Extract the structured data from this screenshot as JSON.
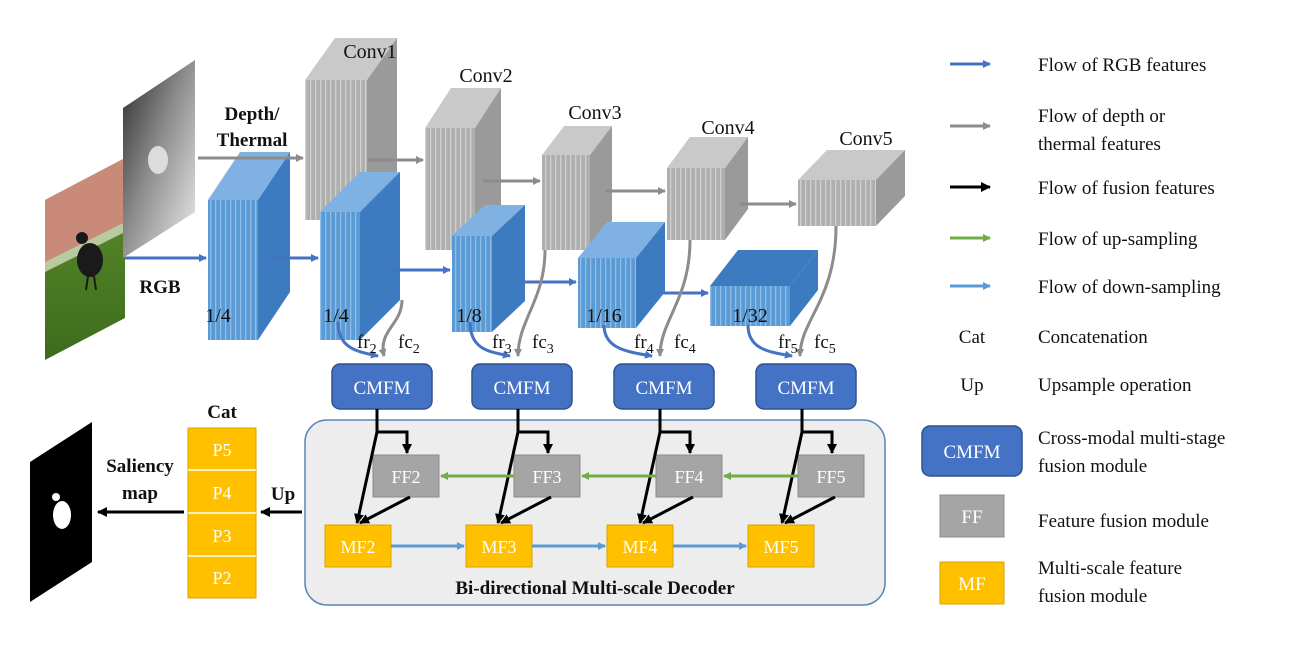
{
  "input": {
    "rgb_label": "RGB",
    "depth_label_line1": "Depth/",
    "depth_label_line2": "Thermal"
  },
  "encoder": {
    "conv_labels": [
      "Conv1",
      "Conv2",
      "Conv3",
      "Conv4",
      "Conv5"
    ],
    "scale_labels": [
      "1/4",
      "1/4",
      "1/8",
      "1/16",
      "1/32"
    ],
    "fr_labels": [
      {
        "base": "fr",
        "sub": "2"
      },
      {
        "base": "fr",
        "sub": "3"
      },
      {
        "base": "fr",
        "sub": "4"
      },
      {
        "base": "fr",
        "sub": "5"
      }
    ],
    "fc_labels": [
      {
        "base": "fc",
        "sub": "2"
      },
      {
        "base": "fc",
        "sub": "3"
      },
      {
        "base": "fc",
        "sub": "4"
      },
      {
        "base": "fc",
        "sub": "5"
      }
    ]
  },
  "decoder": {
    "title": "Bi-directional Multi-scale Decoder",
    "cmfm_labels": [
      "CMFM",
      "CMFM",
      "CMFM",
      "CMFM"
    ],
    "ff_labels": [
      "FF2",
      "FF3",
      "FF4",
      "FF5"
    ],
    "mf_labels": [
      "MF2",
      "MF3",
      "MF4",
      "MF5"
    ]
  },
  "output": {
    "cat_label": "Cat",
    "cat_items": [
      "P5",
      "P4",
      "P3",
      "P2"
    ],
    "up_label": "Up",
    "saliency_line1": "Saliency",
    "saliency_line2": "map"
  },
  "legend": {
    "items": [
      {
        "type": "arrow",
        "color": "#4472C4",
        "lines": [
          "Flow of RGB features"
        ]
      },
      {
        "type": "arrow",
        "color": "#8C8C8C",
        "lines": [
          "Flow of depth or",
          "thermal features"
        ]
      },
      {
        "type": "arrow",
        "color": "#000000",
        "lines": [
          "Flow of fusion features"
        ]
      },
      {
        "type": "arrow",
        "color": "#70AD47",
        "lines": [
          "Flow of up-sampling"
        ]
      },
      {
        "type": "arrow",
        "color": "#5B9BD5",
        "lines": [
          "Flow of down-sampling"
        ]
      },
      {
        "type": "text",
        "symbol": "Cat",
        "lines": [
          "Concatenation"
        ]
      },
      {
        "type": "text",
        "symbol": "Up",
        "lines": [
          "Upsample operation"
        ]
      },
      {
        "type": "box",
        "symbol": "CMFM",
        "color": "#4472C4",
        "lines": [
          "Cross-modal multi-stage",
          "fusion module"
        ]
      },
      {
        "type": "box",
        "symbol": "FF",
        "color": "#A5A5A5",
        "lines": [
          "Feature fusion module"
        ]
      },
      {
        "type": "box",
        "symbol": "MF",
        "color": "#FFC000",
        "lines": [
          "Multi-scale feature",
          "fusion module"
        ]
      }
    ]
  },
  "colors": {
    "rgb_blue": "#4472C4",
    "cube_blue": "#5B9BD5",
    "gray": "#A5A5A5",
    "green": "#70AD47",
    "orange": "#FFC000",
    "decoder_bg": "#EDEDED"
  }
}
